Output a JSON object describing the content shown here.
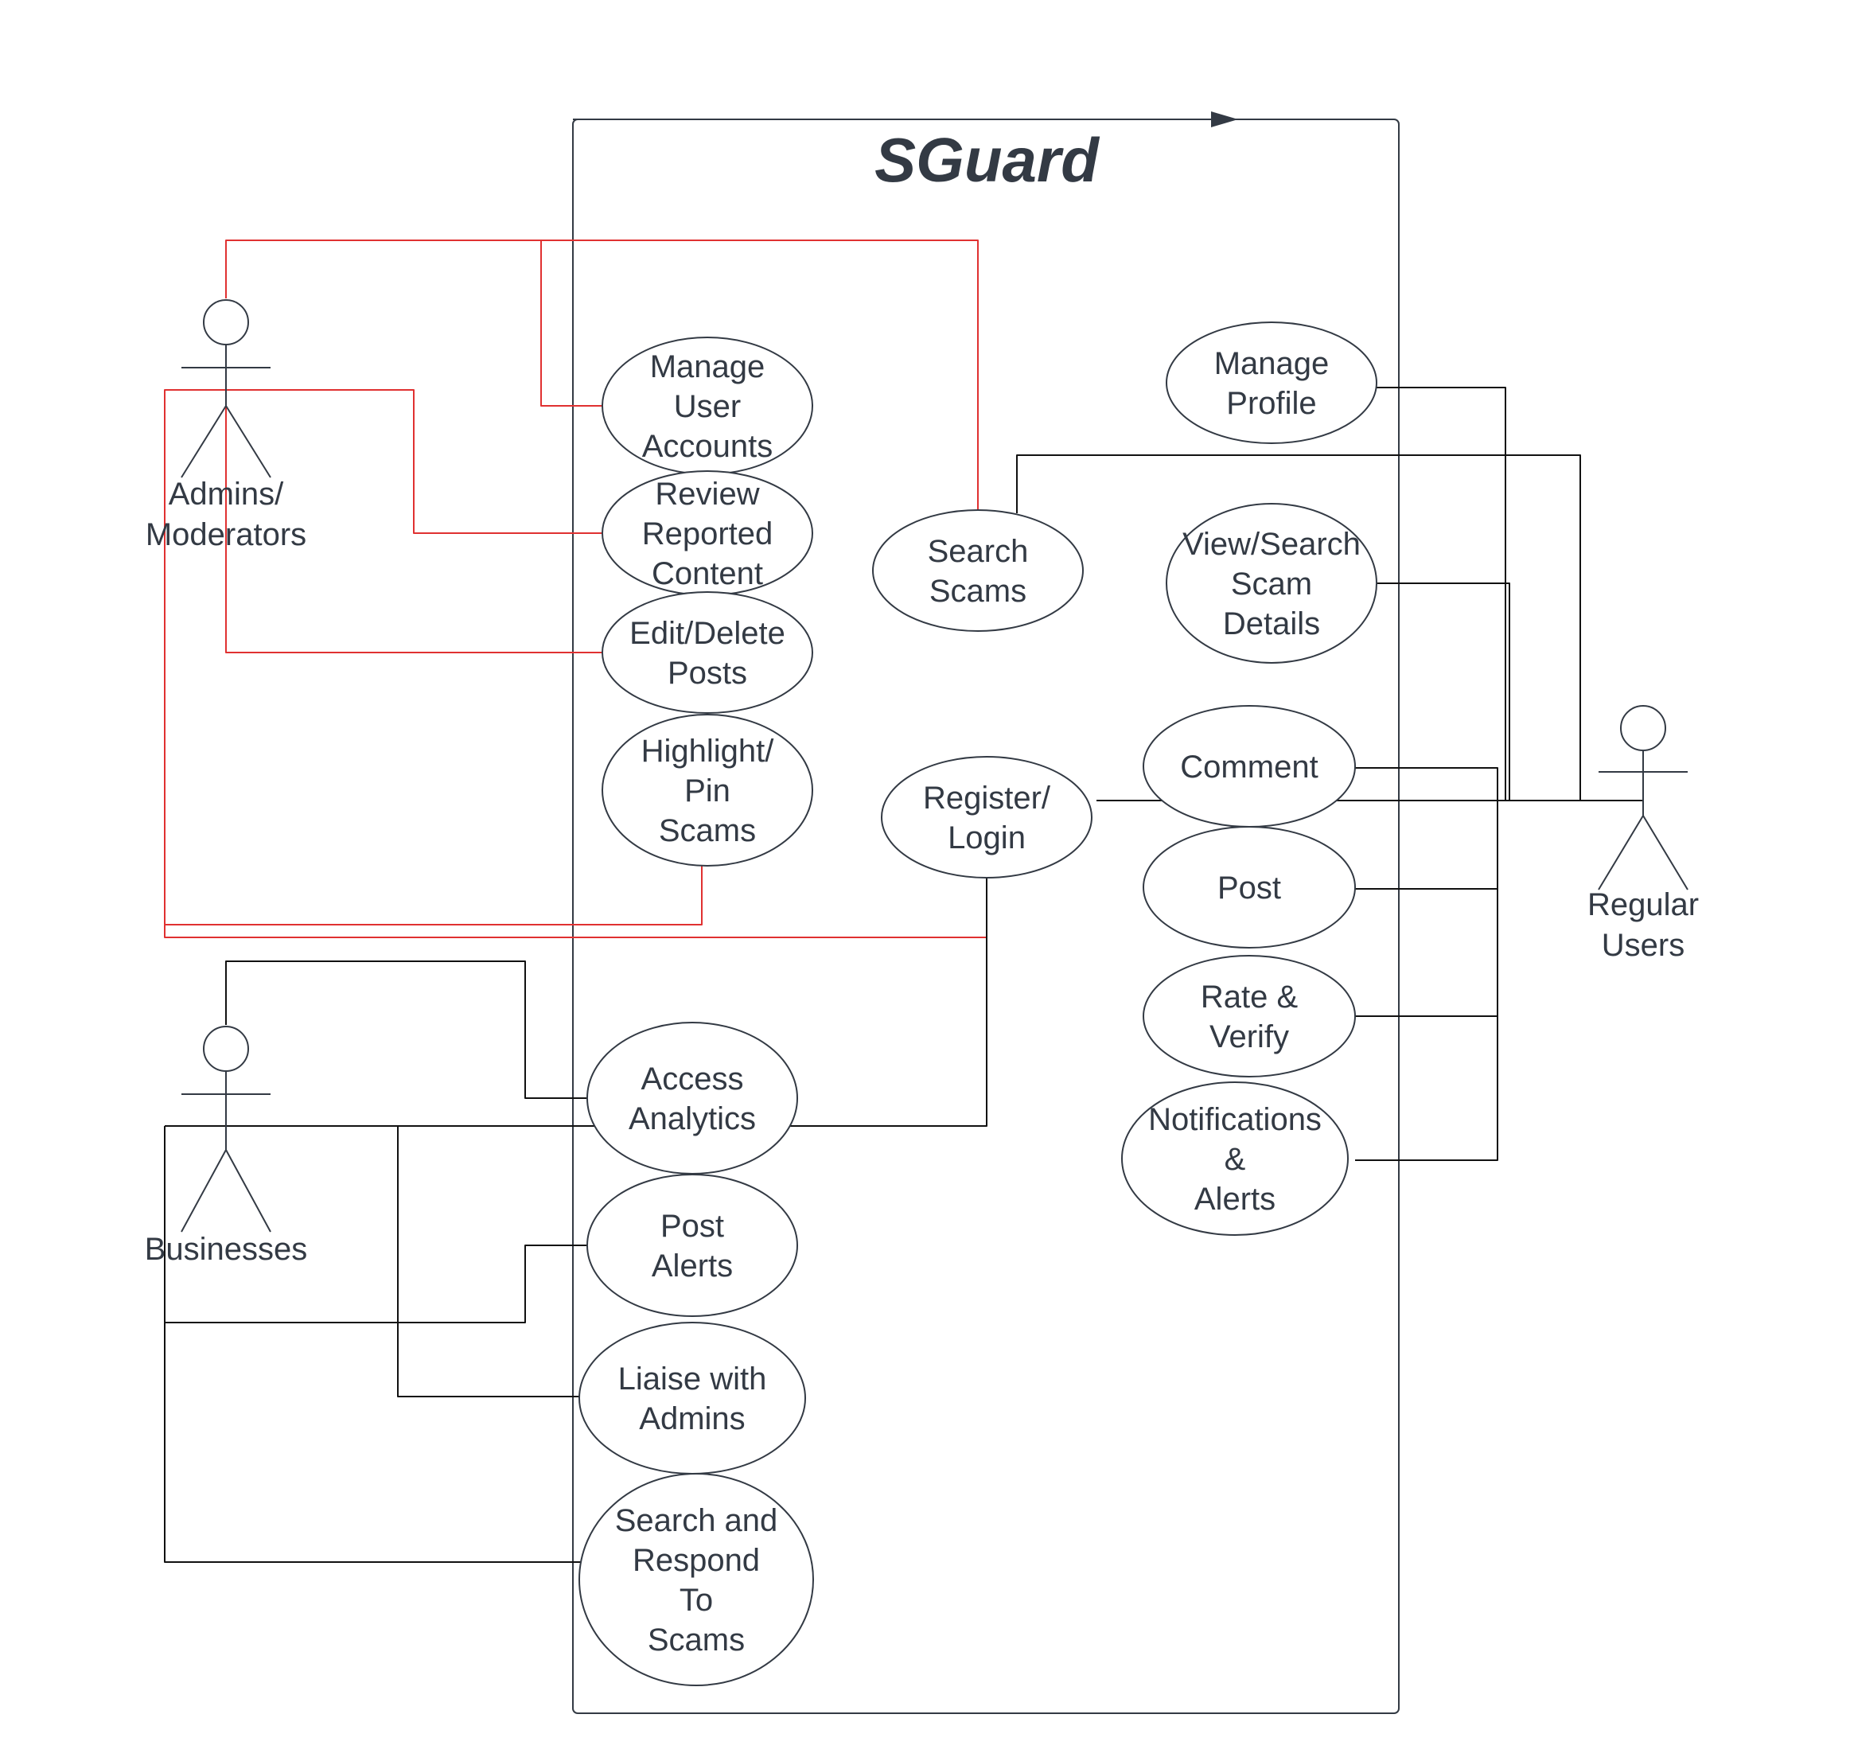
{
  "system": {
    "title": "SGuard"
  },
  "colors": {
    "stroke": "#333a44",
    "admin_link": "#e03131",
    "user_link": "#111111",
    "background": "#ffffff"
  },
  "actors": {
    "admins": {
      "line1": "Admins/",
      "line2": "Moderators"
    },
    "businesses": {
      "line1": "Businesses"
    },
    "regular_users": {
      "line1": "Regular",
      "line2": "Users"
    }
  },
  "use_cases": {
    "manage_user_accounts": {
      "lines": [
        "Manage",
        "User",
        "Accounts"
      ]
    },
    "review_reported_content": {
      "lines": [
        "Review",
        "Reported",
        "Content"
      ]
    },
    "edit_delete_posts": {
      "lines": [
        "Edit/Delete",
        "Posts"
      ]
    },
    "highlight_pin_scams": {
      "lines": [
        "Highlight/",
        "Pin",
        "Scams"
      ]
    },
    "search_scams": {
      "lines": [
        "Search",
        "Scams"
      ]
    },
    "register_login": {
      "lines": [
        "Register/",
        "Login"
      ]
    },
    "manage_profile": {
      "lines": [
        "Manage",
        "Profile"
      ]
    },
    "view_search_scam_details": {
      "lines": [
        "View/Search",
        "Scam",
        "Details"
      ]
    },
    "comment": {
      "lines": [
        "Comment"
      ]
    },
    "post": {
      "lines": [
        "Post"
      ]
    },
    "rate_verify": {
      "lines": [
        "Rate &",
        "Verify"
      ]
    },
    "notifications_alerts": {
      "lines": [
        "Notifications",
        "&",
        "Alerts"
      ]
    },
    "access_analytics": {
      "lines": [
        "Access",
        "Analytics"
      ]
    },
    "post_alerts": {
      "lines": [
        "Post",
        "Alerts"
      ]
    },
    "liaise_with_admins": {
      "lines": [
        "Liaise with",
        "Admins"
      ]
    },
    "search_and_respond": {
      "lines": [
        "Search and",
        "Respond",
        "To",
        "Scams"
      ]
    }
  }
}
